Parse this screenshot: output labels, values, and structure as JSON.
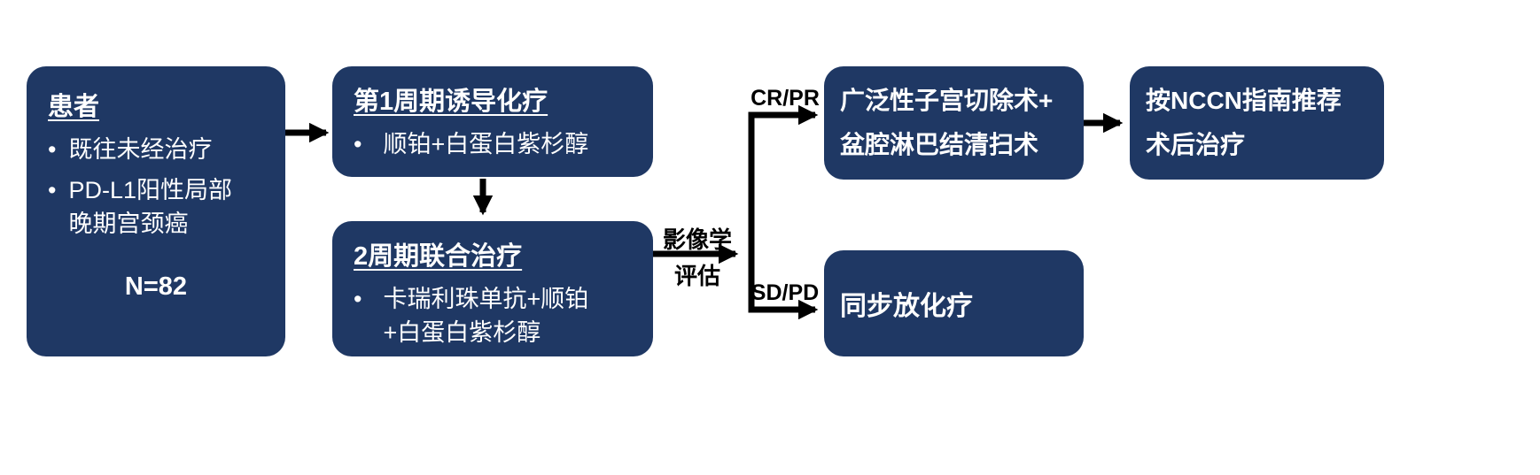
{
  "diagram": {
    "boxes": {
      "patients": {
        "title": "患者",
        "bullets": [
          "既往未经治疗",
          "PD-L1阳性局部晚期宫颈癌"
        ],
        "n_label": "N=82"
      },
      "induction": {
        "title": "第1周期诱导化疗",
        "bullets": [
          "顺铂+白蛋白紫杉醇"
        ]
      },
      "combination": {
        "title": "2周期联合治疗",
        "bullets": [
          "卡瑞利珠单抗+顺铂+白蛋白紫杉醇"
        ]
      },
      "surgery": {
        "lines": [
          "广泛性子宫切除术+",
          "盆腔淋巴结清扫术"
        ]
      },
      "nccn": {
        "lines": [
          "按NCCN指南推荐",
          "术后治疗"
        ]
      },
      "ccrt": {
        "text": "同步放化疗"
      }
    },
    "edge_labels": {
      "imaging": [
        "影像学",
        "评估"
      ],
      "cr_pr": "CR/PR",
      "sd_pd": "SD/PD"
    },
    "colors": {
      "box_bg": "#1f3864",
      "box_text": "#ffffff",
      "arrow": "#000000",
      "background": "#ffffff"
    }
  }
}
